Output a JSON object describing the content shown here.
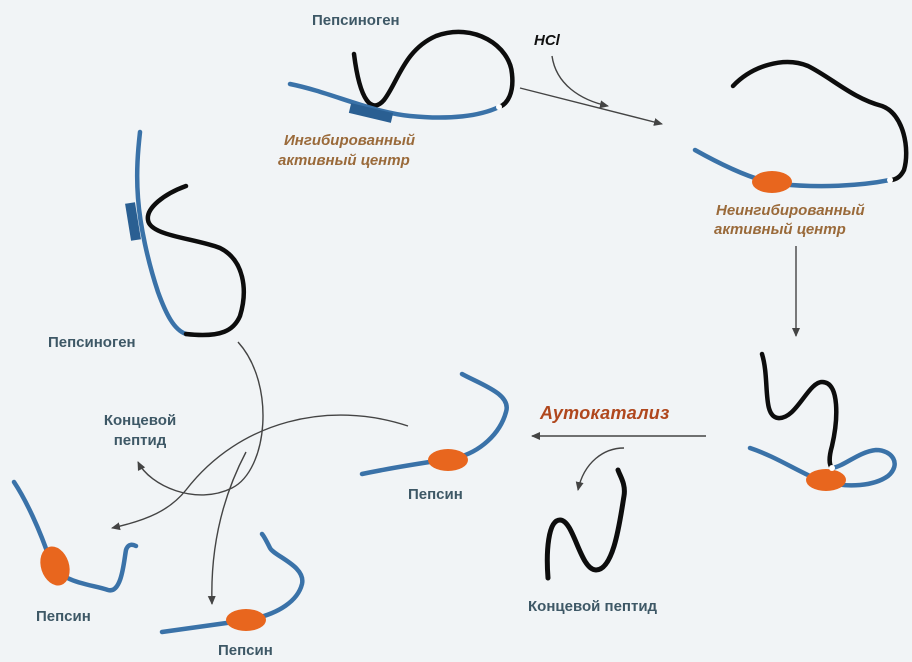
{
  "labels": {
    "pepsinogen_top": "Пепсиноген",
    "pepsinogen_left": "Пепсиноген",
    "hcl": "HCl",
    "inhibited_line1": "Ингибированный",
    "inhibited_line2": "активный центр",
    "uninhibited_line1": "Неингибированный",
    "uninhibited_line2": "активный центр",
    "autocatalysis": "Аутокатализ",
    "end_peptide_bottom": "Концевой пептид",
    "end_peptide_left_line1": "Концевой",
    "end_peptide_left_line2": "пептид",
    "pepsin_center": "Пепсин",
    "pepsin_left": "Пепсин",
    "pepsin_bottom": "Пепсин"
  },
  "colors": {
    "chain_blue": "#3a72a8",
    "chain_black": "#0d0d0d",
    "active_site": "#e8661e",
    "inhibited_site": "#2a5f92",
    "arrow": "#444444",
    "label_gray": "#3e5866",
    "label_brown": "#9a6a3a",
    "autocatalysis_text": "#b0481e"
  }
}
